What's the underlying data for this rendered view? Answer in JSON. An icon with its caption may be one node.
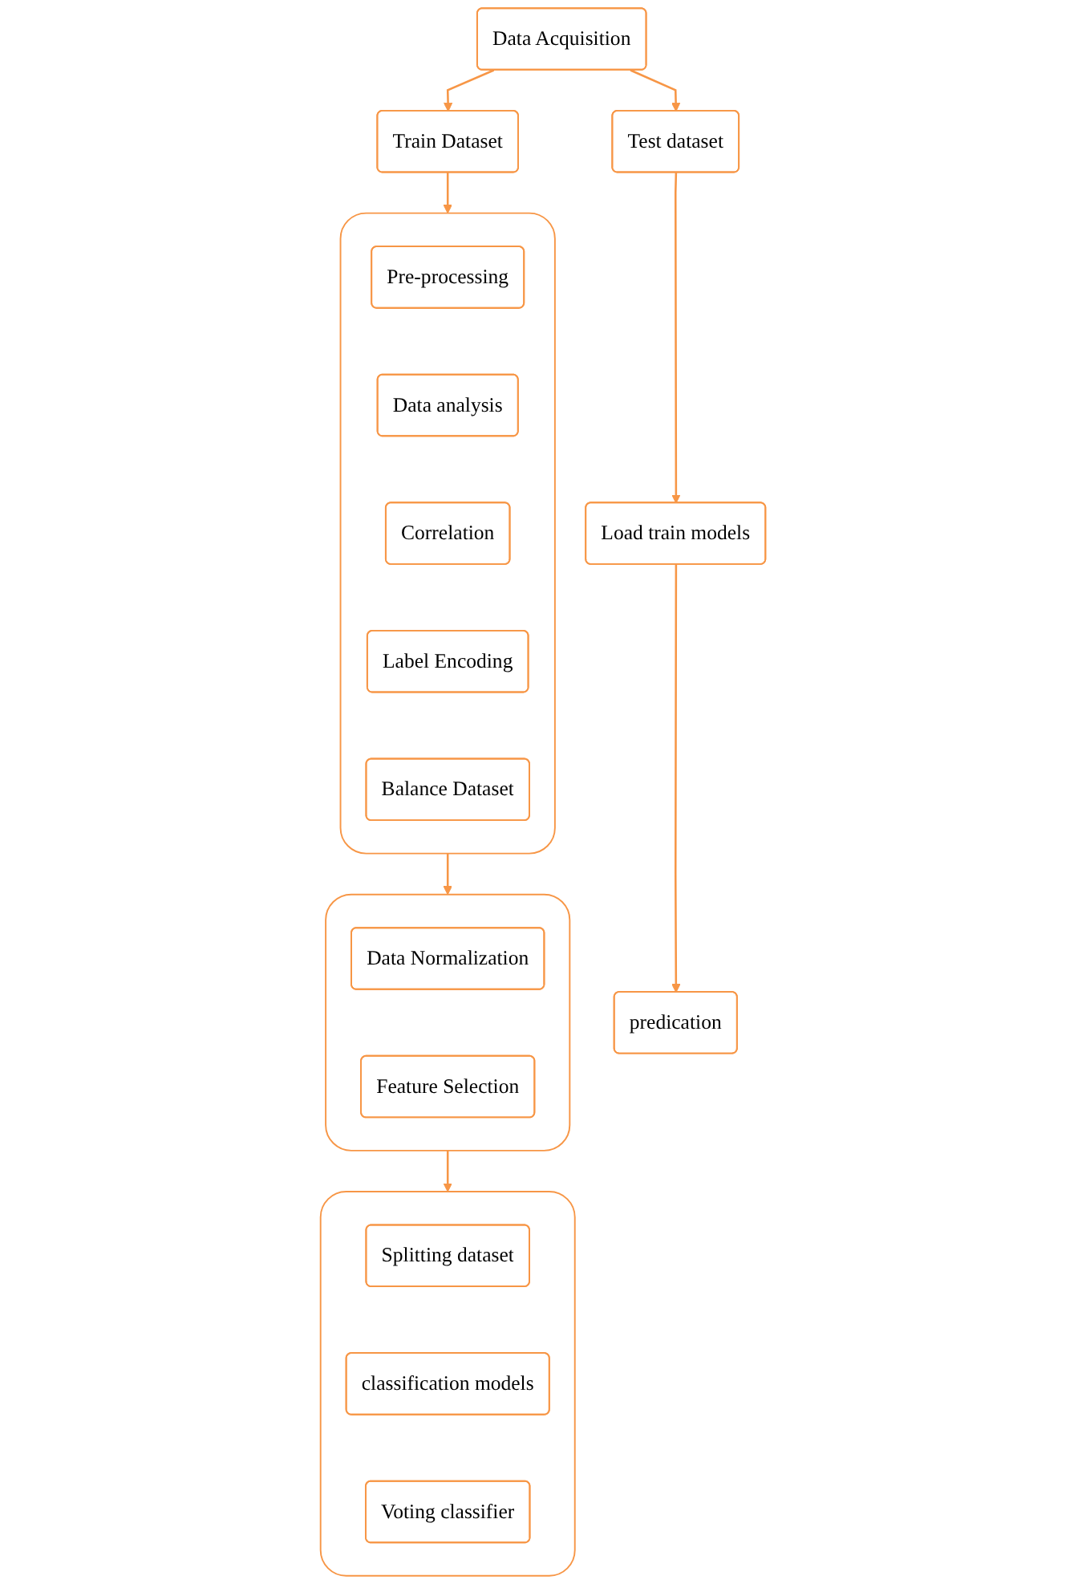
{
  "diagram": {
    "nodes": [
      {
        "text": [
          "Data Acquisition"
        ]
      },
      {
        "text": [
          "Train Dataset"
        ]
      },
      {
        "text": [
          "Test dataset"
        ]
      },
      {
        "text": [],
        "shape": "box"
      },
      {
        "text": [
          "Pre-processing"
        ],
        "in": 3
      },
      {
        "text": [
          "Data analysis"
        ],
        "in": 3
      },
      {
        "text": [
          "Correlation"
        ],
        "in": 3
      },
      {
        "text": [
          "Label Encoding"
        ],
        "in": 3
      },
      {
        "text": [
          "Balance Dataset"
        ],
        "in": 3
      },
      {
        "text": [],
        "shape": "box"
      },
      {
        "text": [
          "Data Normalization"
        ],
        "in": 9
      },
      {
        "text": [
          "Feature Selection"
        ],
        "in": 9
      },
      {
        "text": [],
        "shape": "box"
      },
      {
        "text": [
          "Splitting dataset"
        ],
        "in": 12
      },
      {
        "text": [
          "classification models"
        ],
        "in": 12
      },
      {
        "text": [
          "Voting classifier"
        ],
        "in": 12
      },
      {
        "text": [
          "Load train models"
        ]
      },
      {
        "text": [
          "predication"
        ]
      }
    ],
    "edges": [
      {
        "from": 0,
        "to": 1,
        "arrow": "to"
      },
      {
        "from": 0,
        "to": 2,
        "arrow": "to"
      },
      {
        "from": 1,
        "to": 3,
        "arrow": "to"
      },
      {
        "from": 2,
        "to": 16,
        "arrow": "to"
      },
      {
        "from": 16,
        "to": 17,
        "arrow": "to"
      },
      {
        "from": 3,
        "to": 9,
        "arrow": "to"
      },
      {
        "from": 9,
        "to": 12,
        "arrow": "to"
      }
    ]
  }
}
